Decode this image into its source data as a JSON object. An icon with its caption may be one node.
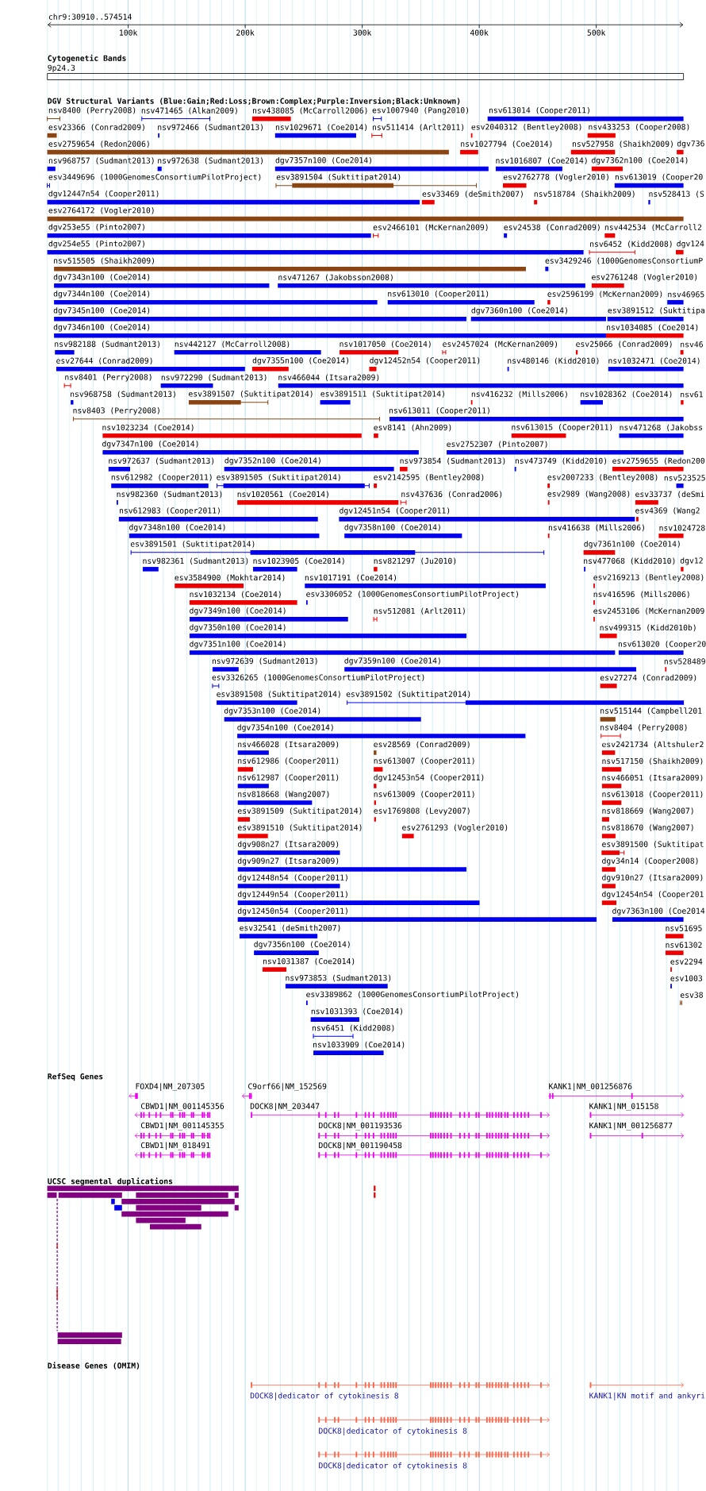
{
  "diagram": {
    "labels": [
      "chr9:30910..574514",
      "100k",
      "200k",
      "300k",
      "400k",
      "500k",
      "Cytogenetic Bands",
      "9p24.3",
      "DGV Structural Variants (Blue:Gain;Red:Loss;Brown:Complex;Purple:Inversion;Black:Unknown)",
      "nsv8400 (Perry2008)",
      "nsv471465 (Alkan2009)",
      "nsv438085 (McCarroll2006)",
      "esv1007940 (Pang2010)",
      "nsv613014 (Cooper2011)",
      "esv23366 (Conrad2009)",
      "nsv972466 (Sudmant2013)",
      "nsv1029671 (Coe2014)",
      "nsv511414 (Arlt2011)",
      "esv2040312 (Bentley2008)",
      "nsv433253 (Cooper2008)",
      "esv2759654 (Redon2006)",
      "nsv1027794 (Coe2014)",
      "nsv527958 (Shaikh2009)",
      "dgv736",
      "nsv968757 (Sudmant2013)",
      "nsv972638 (Sudmant2013)",
      "dgv7357n100 (Coe2014)",
      "nsv1016807 (Coe2014)",
      "dgv7362n100 (Coe2014)",
      "esv3449696 (1000GenomesConsortiumPilotProject)",
      "esv3891504 (Suktitipat2014)",
      "esv2762778 (Vogler2010)",
      "nsv613019 (Cooper20",
      "dgv12447n54 (Cooper2011)",
      "esv33469 (deSmith2007)",
      "nsv518784 (Shaikh2009)",
      "nsv528413 (S",
      "esv2764172 (Vogler2010)",
      "dgv253e55 (Pinto2007)",
      "esv2466101 (McKernan2009)",
      "esv24538 (Conrad2009)",
      "nsv442534 (McCarroll2",
      "dgv254e55 (Pinto2007)",
      "nsv6452 (Kidd2008)",
      "dgv124",
      "nsv515505 (Shaikh2009)",
      "esv3429246 (1000GenomesConsortiumP",
      "dgv7343n100 (Coe2014)",
      "nsv471267 (Jakobsson2008)",
      "esv2761248 (Vogler2010)",
      "dgv7344n100 (Coe2014)",
      "nsv613010 (Cooper2011)",
      "esv2596199 (McKernan2009)",
      "nsv46965",
      "dgv7345n100 (Coe2014)",
      "dgv7360n100 (Coe2014)",
      "esv3891512 (Suktitipa",
      "dgv7346n100 (Coe2014)",
      "nsv1034085 (Coe2014)",
      "nsv982188 (Sudmant2013)",
      "nsv442127 (McCarroll2008)",
      "nsv1017050 (Coe2014)",
      "esv2457024 (McKernan2009)",
      "esv25066 (Conrad2009)",
      "nsv46",
      "esv27644 (Conrad2009)",
      "dgv7355n100 (Coe2014)",
      "dgv12452n54 (Cooper2011)",
      "nsv480146 (Kidd2010)",
      "nsv1032471 (Coe2014)",
      "nsv8401 (Perry2008)",
      "nsv972290 (Sudmant2013)",
      "nsv466044 (Itsara2009)",
      "nsv968758 (Sudmant2013)",
      "esv3891507 (Suktitipat2014)",
      "esv3891511 (Suktitipat2014)",
      "nsv416232 (Mills2006)",
      "nsv1028362 (Coe2014)",
      "nsv61",
      "nsv8403 (Perry2008)",
      "nsv613011 (Cooper2011)",
      "nsv1023234 (Coe2014)",
      "esv8141 (Ahn2009)",
      "nsv613015 (Cooper2011)",
      "nsv471268 (Jakobss",
      "dgv7347n100 (Coe2014)",
      "esv2752307 (Pinto2007)",
      "nsv972637 (Sudmant2013)",
      "dgv7352n100 (Coe2014)",
      "nsv973854 (Sudmant2013)",
      "nsv473749 (Kidd2010)",
      "esv2759655 (Redon200",
      "nsv612982 (Cooper2011)",
      "esv3891505 (Suktitipat2014)",
      "esv2142595 (Bentley2008)",
      "esv2007233 (Bentley2008)",
      "nsv523525",
      "nsv982360 (Sudmant2013)",
      "nsv1020561 (Coe2014)",
      "nsv437636 (Conrad2006)",
      "esv2989 (Wang2008)",
      "esv33737 (deSmi",
      "nsv612983 (Cooper2011)",
      "dgv12451n54 (Cooper2011)",
      "esv4369 (Wang2",
      "dgv7348n100 (Coe2014)",
      "dgv7358n100 (Coe2014)",
      "nsv416638 (Mills2006)",
      "nsv1024728",
      "esv3891501 (Suktitipat2014)",
      "dgv7361n100 (Coe2014)",
      "nsv982361 (Sudmant2013)",
      "nsv1023905 (Coe2014)",
      "nsv821297 (Ju2010)",
      "nsv477068 (Kidd2010)",
      "dgv12",
      "esv3584900 (Mokhtar2014)",
      "nsv1017191 (Coe2014)",
      "esv2169213 (Bentley2008)",
      "nsv1032134 (Coe2014)",
      "esv3306052 (1000GenomesConsortiumPilotProject)",
      "nsv416596 (Mills2006)",
      "dgv7349n100 (Coe2014)",
      "nsv512081 (Arlt2011)",
      "esv2453106 (McKernan2009",
      "dgv7350n100 (Coe2014)",
      "nsv499315 (Kidd2010b)",
      "dgv7351n100 (Coe2014)",
      "nsv613020 (Cooper20",
      "nsv972639 (Sudmant2013)",
      "dgv7359n100 (Coe2014)",
      "nsv528489",
      "esv3326265 (1000GenomesConsortiumPilotProject)",
      "esv27274 (Conrad2009)",
      "esv3891508 (Suktitipat2014)",
      "esv3891502 (Suktitipat2014)",
      "dgv7353n100 (Coe2014)",
      "nsv515144 (Campbell201",
      "dgv7354n100 (Coe2014)",
      "nsv8404 (Perry2008)",
      "nsv466028 (Itsara2009)",
      "esv28569 (Conrad2009)",
      "esv2421734 (Altshuler2",
      "nsv612986 (Cooper2011)",
      "nsv613007 (Cooper2011)",
      "nsv517150 (Shaikh2009)",
      "nsv612987 (Cooper2011)",
      "dgv12453n54 (Cooper2011)",
      "nsv466051 (Itsara2009)",
      "nsv818668 (Wang2007)",
      "nsv613009 (Cooper2011)",
      "nsv613018 (Cooper2011)",
      "esv3891509 (Suktitipat2014)",
      "esv1769808 (Levy2007)",
      "nsv818669 (Wang2007)",
      "esv3891510 (Suktitipat2014)",
      "esv2761293 (Vogler2010)",
      "nsv818670 (Wang2007)",
      "dgv908n27 (Itsara2009)",
      "esv3891500 (Suktitipat",
      "dgv909n27 (Itsara2009)",
      "dgv34n14 (Cooper2008)",
      "dgv12448n54 (Cooper2011)",
      "dgv910n27 (Itsara2009)",
      "dgv12449n54 (Cooper2011)",
      "dgv12454n54 (Cooper201",
      "dgv12450n54 (Cooper2011)",
      "dgv7363n100 (Coe2014",
      "esv32541 (deSmith2007)",
      "nsv51695",
      "dgv7356n100 (Coe2014)",
      "nsv61302",
      "nsv1031387 (Coe2014)",
      "esv2294",
      "nsv973853 (Sudmant2013)",
      "esv1003",
      "esv3389862 (1000GenomesConsortiumPilotProject)",
      "esv38",
      "nsv1031393 (Coe2014)",
      "nsv6451 (Kidd2008)",
      "nsv1033909 (Coe2014)",
      "RefSeq Genes",
      "FOXD4|NM_207305",
      "C9orf66|NM_152569",
      "KANK1|NM_001256876",
      "CBWD1|NM_001145356",
      "DOCK8|NM_203447",
      "KANK1|NM_015158",
      "CBWD1|NM_001145355",
      "DOCK8|NM_001193536",
      "KANK1|NM_001256877",
      "CBWD1|NM_018491",
      "DOCK8|NM_001190458",
      "UCSC segmental duplications",
      "Disease Genes (OMIM)",
      "DOCK8|dedicator of cytokinesis 8",
      "KANK1|KN motif and ankyri",
      "DOCK8|dedicator of cytokinesis 8",
      "DOCK8|dedicator of cytokinesis 8"
    ]
  }
}
